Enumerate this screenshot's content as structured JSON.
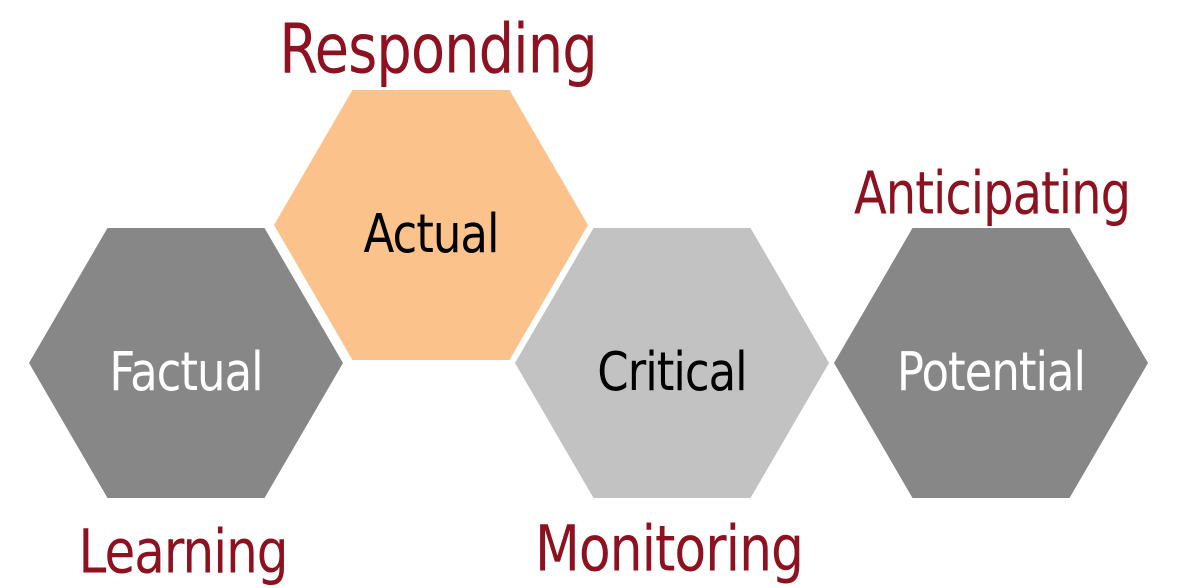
{
  "diagram": {
    "title": "Hexagon knowledge/response diagram",
    "background_color": "#FFFFFF",
    "accent_colors": {
      "orange": "#FBC38B",
      "dark_gray": "#878787",
      "light_gray": "#C2C2C2",
      "maroon": "#8E1120"
    },
    "hexagons": [
      {
        "id": "factual",
        "label": "Factual",
        "fill": "#878787",
        "text_color": "#FFFFFF"
      },
      {
        "id": "actual",
        "label": "Actual",
        "fill": "#FBC38B",
        "text_color": "#000000"
      },
      {
        "id": "critical",
        "label": "Critical",
        "fill": "#C2C2C2",
        "text_color": "#000000"
      },
      {
        "id": "potential",
        "label": "Potential",
        "fill": "#878787",
        "text_color": "#FFFFFF"
      }
    ],
    "outer_labels": [
      {
        "id": "responding",
        "text": "Responding",
        "color": "#8E1120",
        "position": "above-actual-hexagon"
      },
      {
        "id": "anticipating",
        "text": "Anticipating",
        "color": "#8E1120",
        "position": "above-potential-hexagon"
      },
      {
        "id": "learning",
        "text": "Learning",
        "color": "#8E1120",
        "position": "below-factual-hexagon"
      },
      {
        "id": "monitoring",
        "text": "Monitoring",
        "color": "#8E1120",
        "position": "below-critical-hexagon"
      }
    ]
  }
}
